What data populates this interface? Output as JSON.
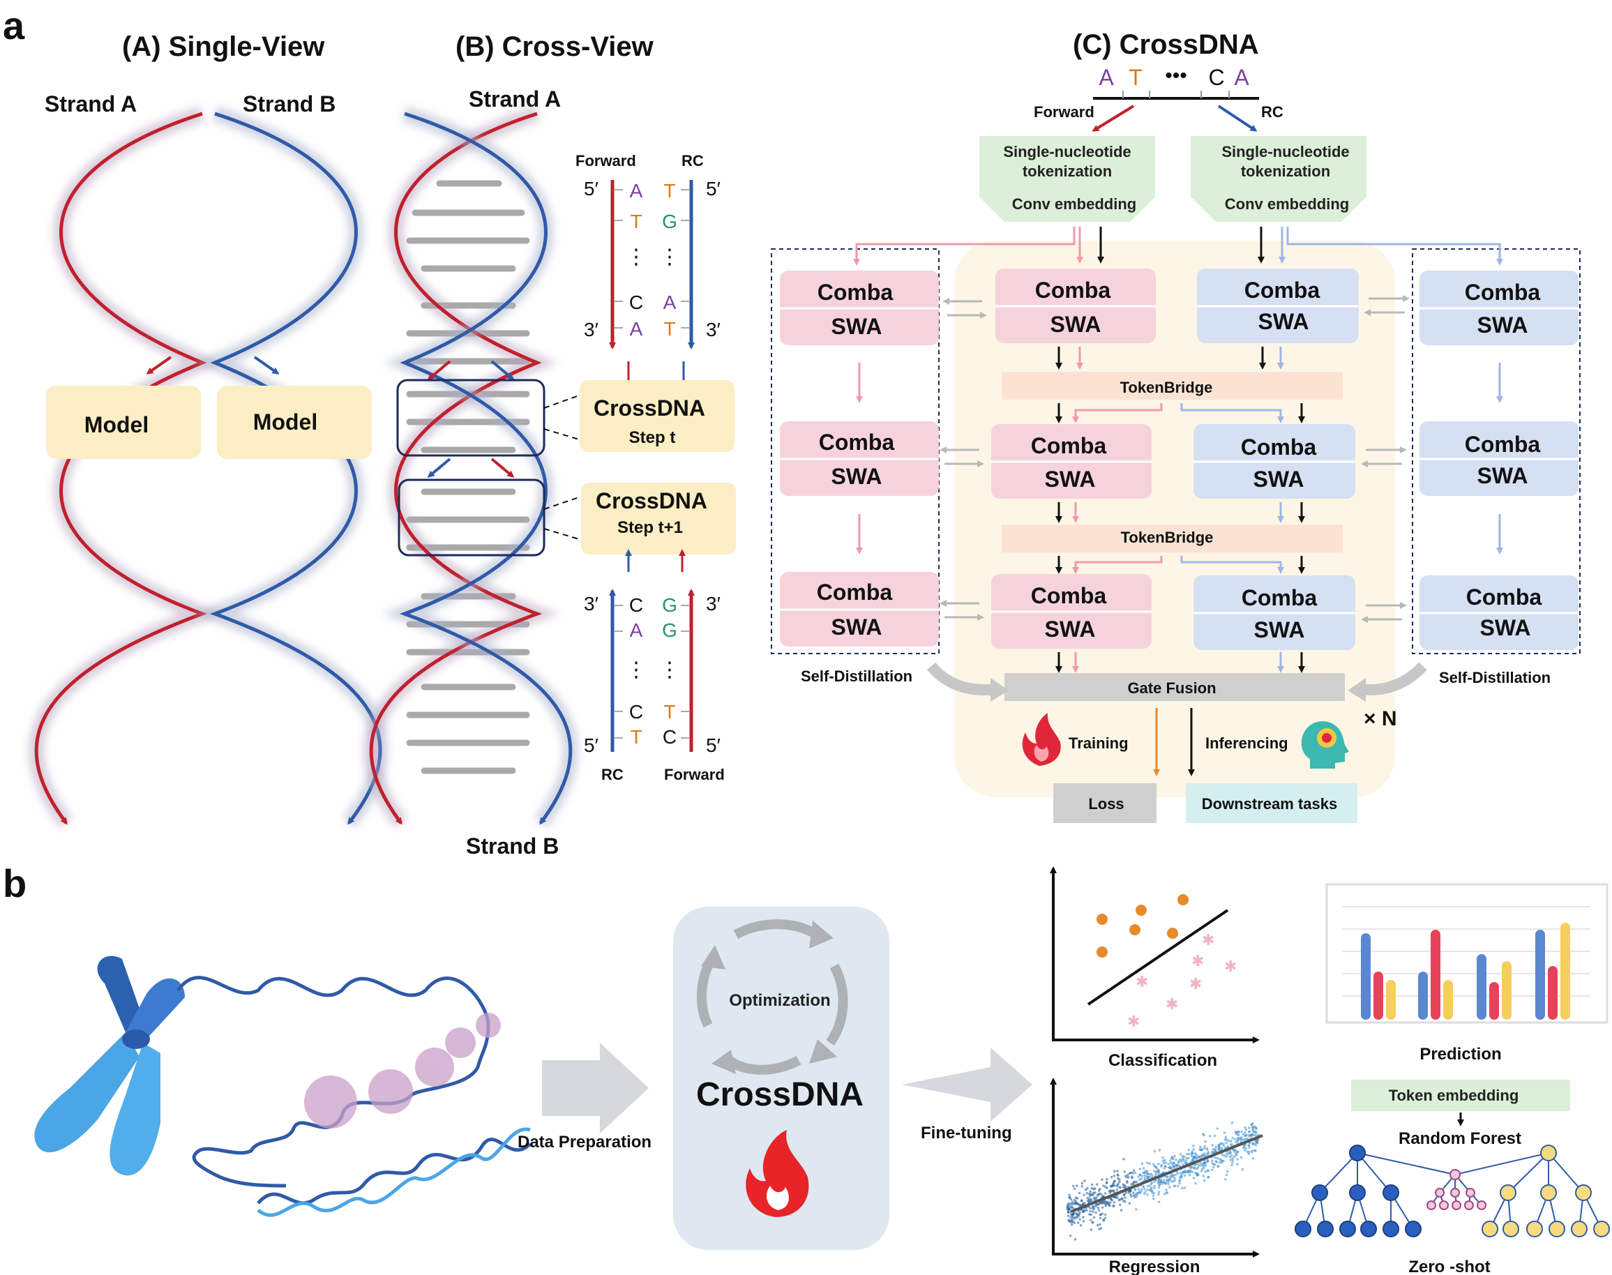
{
  "panel_a": {
    "label": "a",
    "single_view": {
      "title": "(A) Single-View",
      "strand_a": "Strand A",
      "strand_b": "Strand B",
      "model_left": "Model",
      "model_right": "Model"
    },
    "cross_view": {
      "title": "(B) Cross-View",
      "strand_a": "Strand A",
      "strand_b": "Strand B",
      "forward": "Forward",
      "rc": "RC",
      "five_prime": "5′",
      "three_prime": "3′",
      "top_forward_seq": [
        "A",
        "T",
        "C",
        "A"
      ],
      "top_rc_seq": [
        "T",
        "G",
        "A",
        "T"
      ],
      "bottom_rc_seq": [
        "C",
        "A",
        "C",
        "T"
      ],
      "bottom_forward_seq": [
        "G",
        "G",
        "T",
        "C"
      ],
      "step_t_title": "CrossDNA",
      "step_t_sub": "Step t",
      "step_t1_title": "CrossDNA",
      "step_t1_sub": "Step t+1"
    },
    "crossdna": {
      "title": "(C) CrossDNA",
      "seq_left": [
        "A",
        "T"
      ],
      "seq_dots": "•••",
      "seq_right": [
        "C",
        "A"
      ],
      "forward": "Forward",
      "rc": "RC",
      "tokenization": "Single-nucleotide",
      "tokenization2": "tokenization",
      "conv": "Conv embedding",
      "comba": "Comba",
      "swa": "SWA",
      "token_bridge": "TokenBridge",
      "gate_fusion": "Gate Fusion",
      "self_distillation": "Self-Distillation",
      "times_n": "× N",
      "training": "Training",
      "inferencing": "Inferencing",
      "loss": "Loss",
      "downstream": "Downstream tasks"
    }
  },
  "panel_b": {
    "label": "b",
    "data_preparation": "Data Preparation",
    "optimization": "Optimization",
    "crossdna": "CrossDNA",
    "fine_tuning": "Fine-tuning",
    "classification": "Classification",
    "regression": "Regression",
    "prediction": "Prediction",
    "token_embedding": "Token embedding",
    "random_forest": "Random Forest",
    "zero_shot": "Zero -shot"
  },
  "colors": {
    "red_strand": "#c0202c",
    "blue_strand": "#2f5aa8",
    "model_box": "#fbeec4",
    "comba_pink": "#f6d3db",
    "comba_blue": "#d6e0f3",
    "conv_green": "#dcefd8",
    "bridge_peach": "#fbe3d4",
    "backdrop": "#fdf6e6",
    "gate_gray": "#cfcfcf",
    "loss_gray": "#cfcfcf",
    "downstream_cyan": "#d5eeee",
    "b_panel": "#dfe8f0"
  }
}
